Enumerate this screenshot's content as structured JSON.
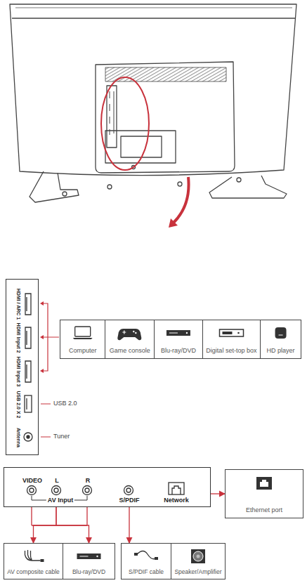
{
  "diagram": {
    "nodes": [
      {
        "text": [
          "HDMI / ARC 1",
          "HDMI Input 2",
          "HDMI Input 3",
          "USB 2.0 X 2",
          "Antenna"
        ]
      },
      {
        "text": [
          "Computer"
        ]
      },
      {
        "text": [
          "Game console"
        ]
      },
      {
        "text": [
          "Blu-ray/DVD"
        ]
      },
      {
        "text": [
          "Digital set-top box"
        ]
      },
      {
        "text": [
          "HD player"
        ]
      },
      {
        "text": [
          "VIDEO",
          "L",
          "R",
          "AV Input",
          "S/PDIF",
          "Network"
        ]
      },
      {
        "text": [
          "Ethernet port"
        ]
      },
      {
        "text": [
          "AV composite cable"
        ]
      },
      {
        "text": [
          "Blu-ray/DVD"
        ]
      },
      {
        "text": [
          "S/PDIF cable"
        ]
      },
      {
        "text": [
          "Speaker/Amplifier"
        ]
      }
    ],
    "edges": [
      {
        "from": 6,
        "to": 7,
        "arrow": "to"
      },
      {
        "from": 6,
        "to": 8,
        "arrow": "to"
      },
      {
        "from": 6,
        "to": 9,
        "arrow": "to"
      },
      {
        "from": 6,
        "to": 10,
        "arrow": "to"
      }
    ],
    "labels": [
      "USB 2.0",
      "Tuner"
    ]
  }
}
